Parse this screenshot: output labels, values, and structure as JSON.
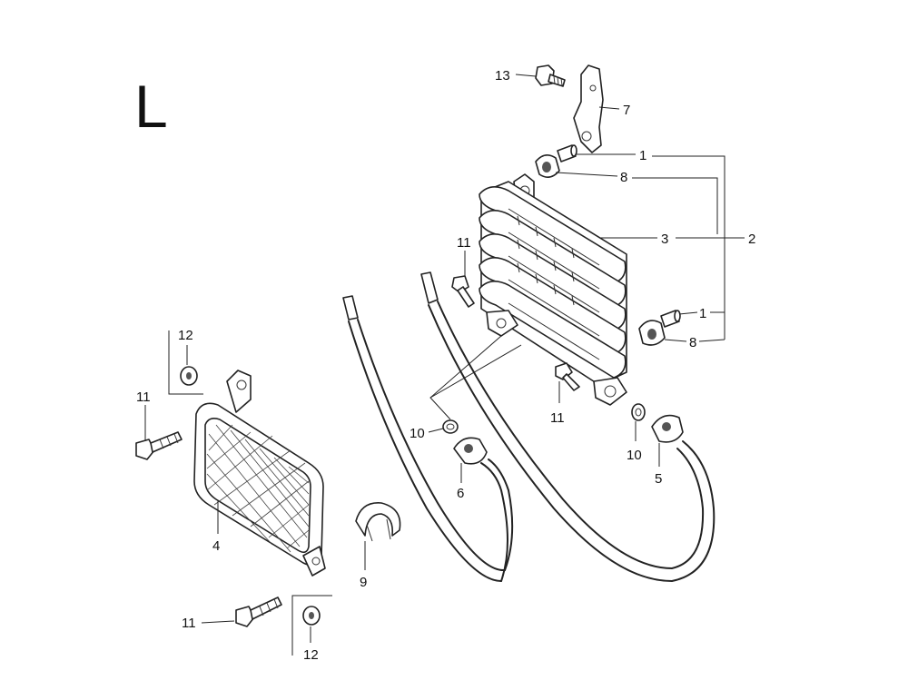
{
  "section_letter": "L",
  "callouts": {
    "c1a": "1",
    "c1b": "1",
    "c2": "2",
    "c3": "3",
    "c4": "4",
    "c5": "5",
    "c6": "6",
    "c7": "7",
    "c8a": "8",
    "c8b": "8",
    "c9": "9",
    "c10a": "10",
    "c10b": "10",
    "c11a": "11",
    "c11b": "11",
    "c11c": "11",
    "c11d": "11",
    "c12a": "12",
    "c12b": "12",
    "c13": "13"
  }
}
